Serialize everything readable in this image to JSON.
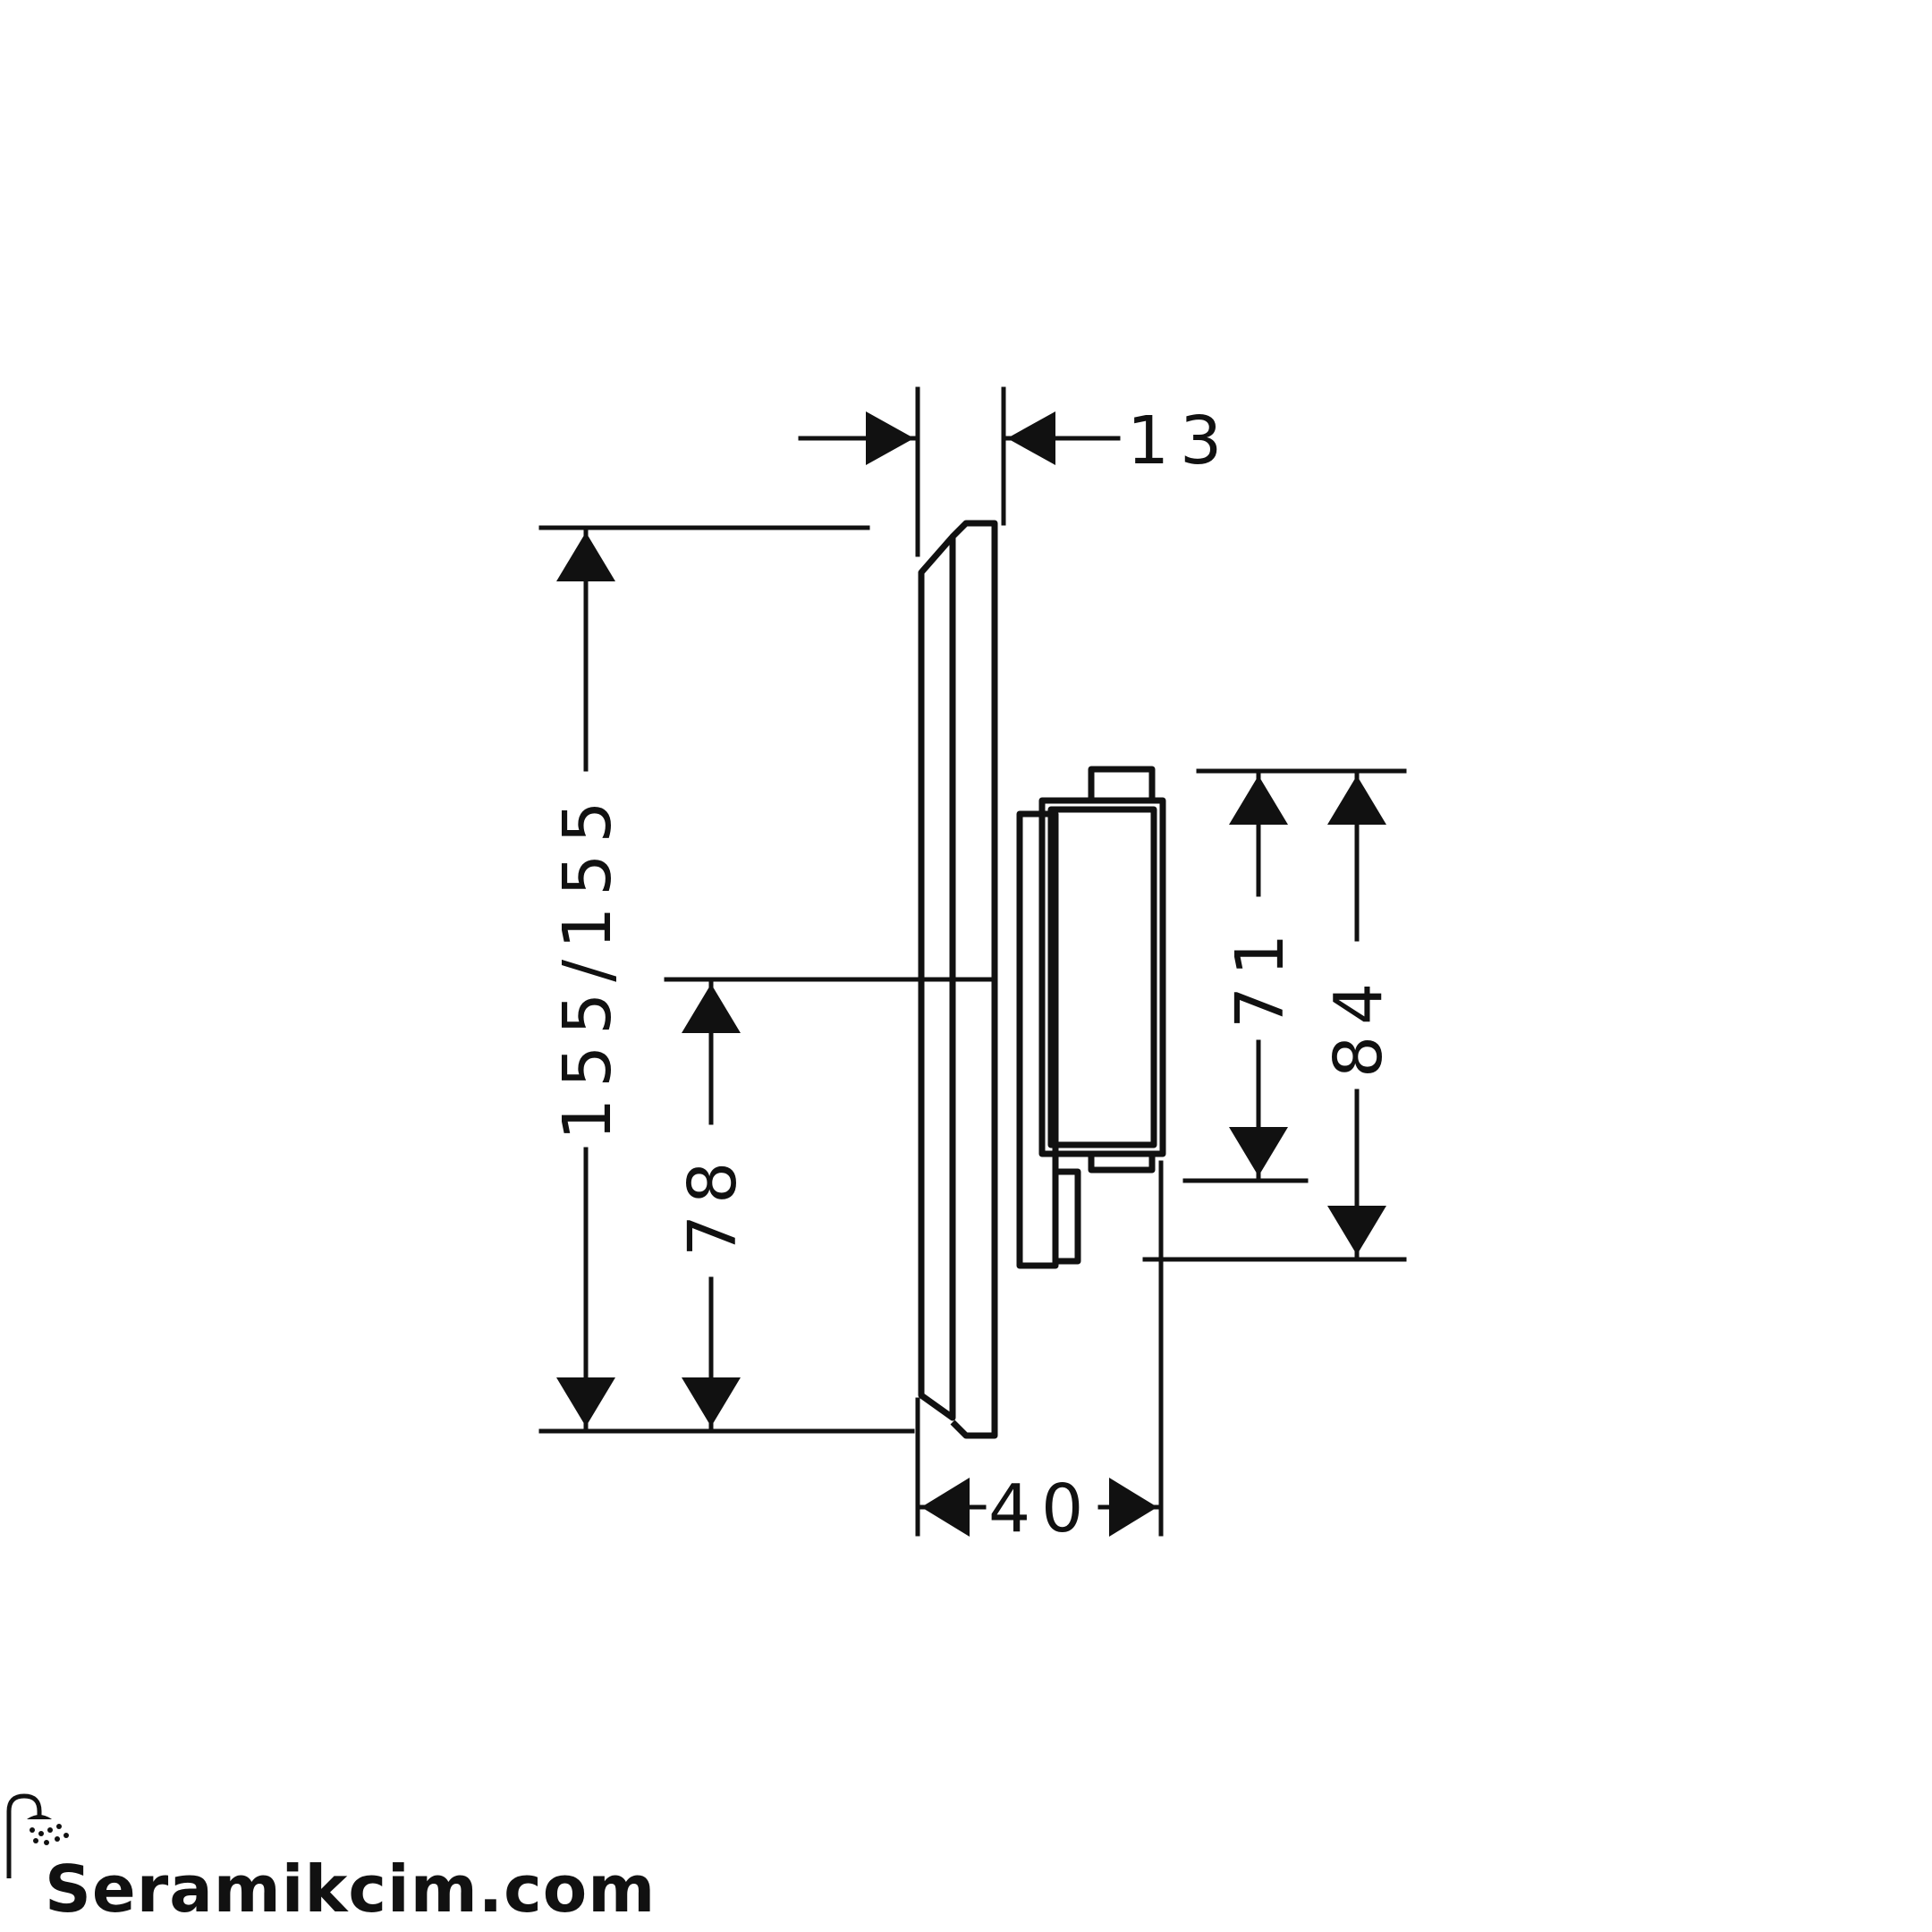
{
  "dimensions": {
    "depth_top": "13",
    "height_total": "155/155",
    "height_center": "78",
    "box_height": "71",
    "box_outer_height": "84",
    "depth_total": "40"
  },
  "brand": {
    "name": "Seramikcim.com",
    "logo_icon": "shower-head-icon"
  }
}
